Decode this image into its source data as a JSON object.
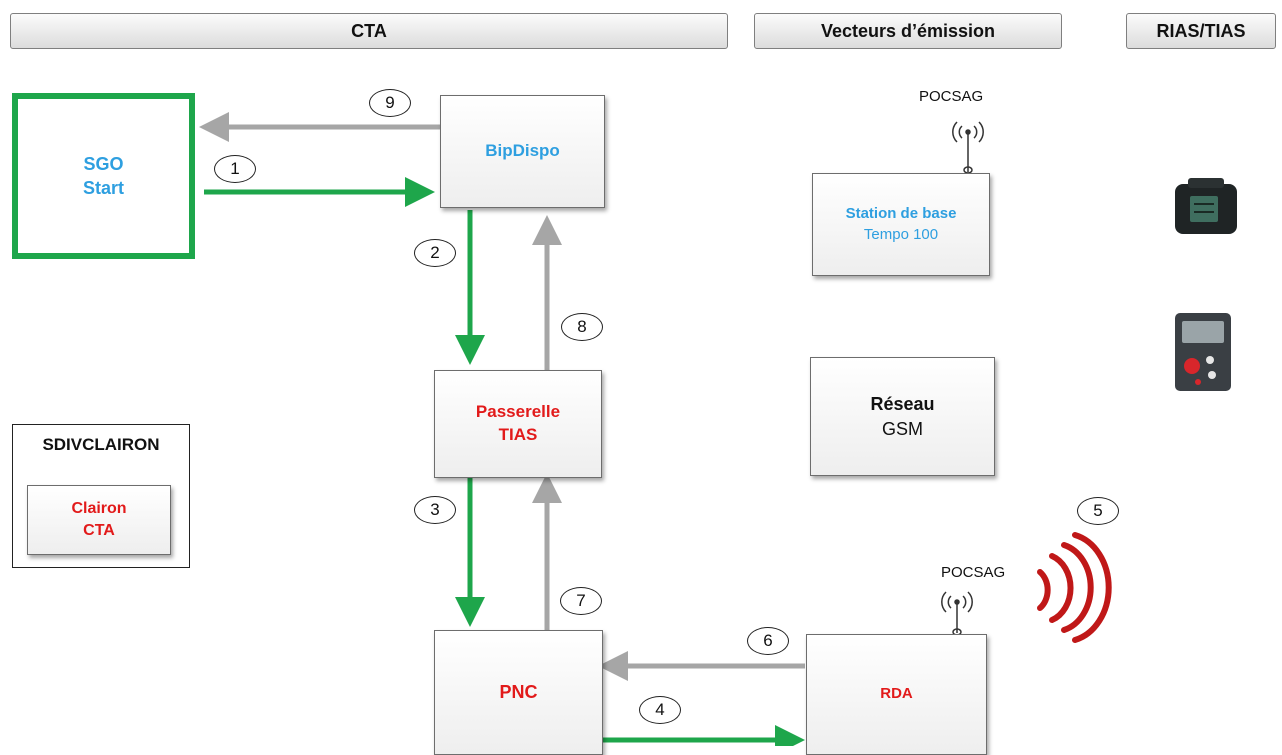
{
  "headers": {
    "cta": "CTA",
    "vecteurs": "Vecteurs d’émission",
    "rias": "RIAS/TIAS"
  },
  "boxes": {
    "sgo": {
      "line1": "SGO",
      "line2": "Start"
    },
    "bipdispo": {
      "label": "BipDispo"
    },
    "passerelle": {
      "line1": "Passerelle",
      "line2": "TIAS"
    },
    "pnc": {
      "label": "PNC"
    },
    "rda": {
      "label": "RDA"
    },
    "station": {
      "line1": "Station de base",
      "line2": "Tempo 100"
    },
    "reseau": {
      "line1": "Réseau",
      "line2": "GSM"
    },
    "sdiv": {
      "title": "SDIVCLAIRON",
      "inner_line1": "Clairon",
      "inner_line2": "CTA"
    }
  },
  "labels": {
    "pocsag_top": "POCSAG",
    "pocsag_bottom": "POCSAG"
  },
  "steps": [
    "1",
    "2",
    "3",
    "4",
    "5",
    "6",
    "7",
    "8",
    "9"
  ],
  "icons": [
    "antenna-icon",
    "antenna-icon",
    "radio-waves-icon",
    "pager-device-icon",
    "pager-device-icon"
  ],
  "colors": {
    "green": "#1ea64b",
    "gray": "#a6a6a6",
    "blue": "#2e9fe0",
    "red": "#e21a1a",
    "wave": "#c01818"
  }
}
